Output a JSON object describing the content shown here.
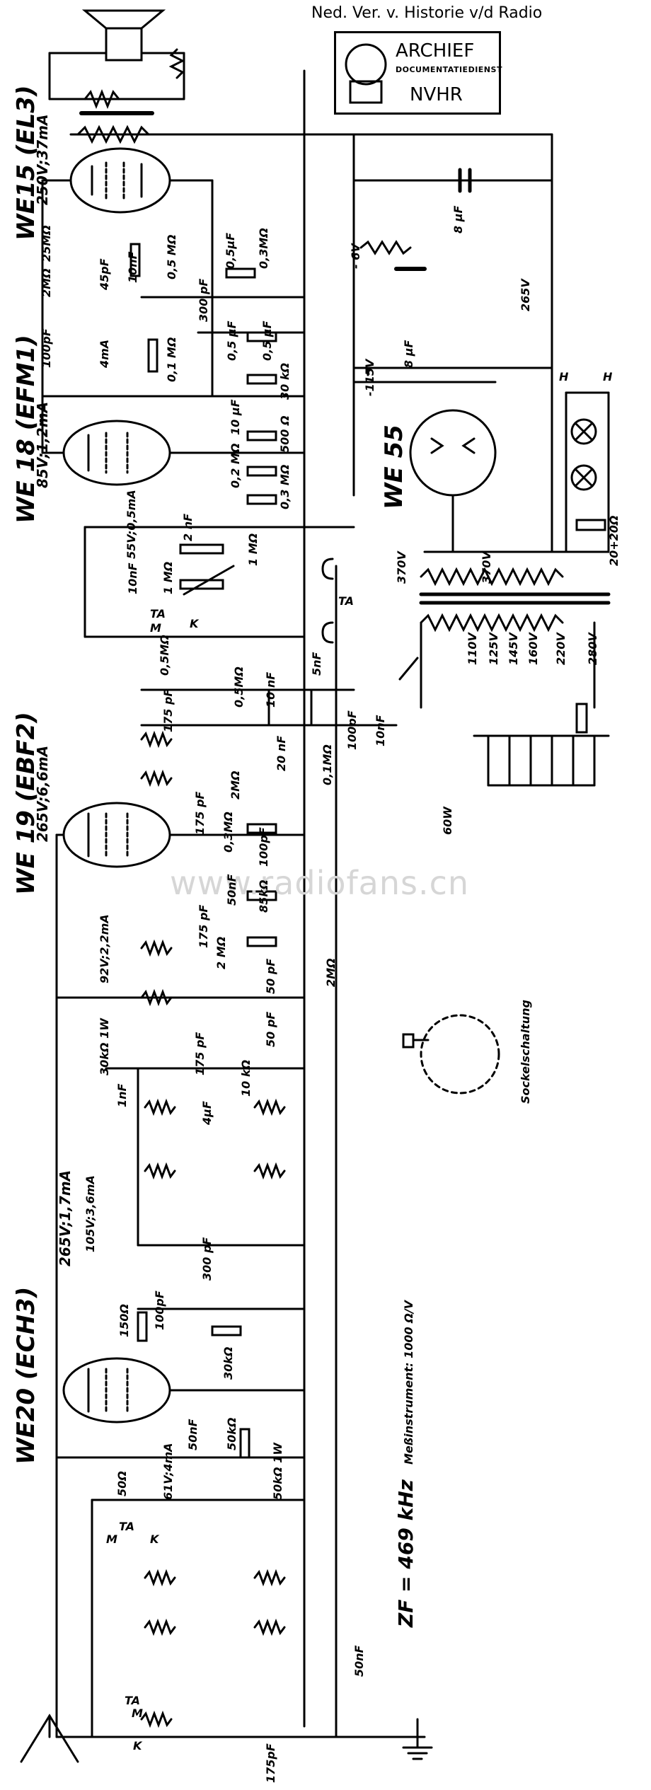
{
  "header": {
    "text": "Ned. Ver. v. Historie v/d Radio"
  },
  "stamp": {
    "line1": "ARCHIEF",
    "line2": "DOCUMENTATIEDIENST",
    "line3": "NVHR"
  },
  "watermark": "www.radiofans.cn",
  "tubes": [
    {
      "id": "we15",
      "name": "WE15 (EL3)",
      "spec": "250V;37mA"
    },
    {
      "id": "we18",
      "name": "WE 18 (EFM1)",
      "spec": "85V;1,2mA"
    },
    {
      "id": "we19",
      "name": "WE 19 (EBF2)",
      "spec": "265V;6,6mA"
    },
    {
      "id": "we20",
      "name": "WE20 (ECH3)",
      "spec": "265V;1,7mA"
    },
    {
      "id": "we55",
      "name": "WE 55",
      "spec": ""
    }
  ],
  "values": {
    "r_25M": "25MΩ",
    "c_45pF": "45pF",
    "r_2M_a": "2MΩ",
    "c_100pF_a": "100pF",
    "c_10nF_a": "10nF",
    "i_4mA": "4mA",
    "r_05M_a": "0,5 MΩ",
    "c_05uF_a": "0,5μF",
    "r_03M_a": "0,3MΩ",
    "c_300pF_a": "300 pF",
    "c_05uF_b": "0,5 μF",
    "c_05uF_c": "0,5 μF",
    "r_01M": "0,1 MΩ",
    "r_30k_a": "30 kΩ",
    "c_10uF": "10 μF",
    "r_500": "500 Ω",
    "r_02M": "0,2 MΩ",
    "r_03M_b": "0,3 MΩ",
    "v_55V": "55V;0,5mA",
    "c_2nF": "2 nF",
    "r_1M_a": "1 MΩ",
    "r_1M_b": "1 MΩ",
    "c_10nF_b": "10nF",
    "r_05M_b": "0,5MΩ",
    "r_05M_c": "0,5MΩ",
    "c_10nF_c": "10 nF",
    "c_5nF": "5nF",
    "c_20nF": "20 nF",
    "c_100pF_b": "100pF",
    "r_01M_b": "0,1MΩ",
    "c_175pF_a": "175 pF",
    "r_2M_b": "2MΩ",
    "r_03M_c": "0,3MΩ",
    "c_100pF_c": "100pF",
    "c_175pF_b": "175 pF",
    "c_50nF_a": "50nF",
    "r_85k": "85kΩ",
    "v_92V": "92V;2,2mA",
    "c_175pF_c": "175 pF",
    "r_2M_c": "2 MΩ",
    "c_50pF_a": "50 pF",
    "r_2M_d": "2MΩ",
    "c_50pF_b": "50 pF",
    "r_30k_b": "30kΩ 1W",
    "c_175pF_d": "175 pF",
    "r_10k": "10 kΩ",
    "c_1nF": "1nF",
    "c_4uF": "4μF",
    "v_105V": "105V;3,6mA",
    "c_300pF_b": "300 pF",
    "c_100pF_d": "100pF",
    "r_150": "150Ω",
    "r_30k_c": "30kΩ",
    "c_50nF_b": "50nF",
    "r_50k_a": "50kΩ",
    "r_50": "50Ω",
    "v_61V": "61V;4mA",
    "r_50k_b": "50kΩ 1W",
    "c_50nF_c": "50nF",
    "c_175pF_e": "175pF",
    "c_10nF_d": "10nF",
    "w_60W": "60W",
    "c_8uF_a": "8 μF",
    "c_8uF_b": "8 μF",
    "v_6V": "- 6V",
    "v_265V": "265V",
    "v_115V": "-115V",
    "v_370_a": "370V",
    "v_370_b": "370V",
    "r_20_20": "20+20Ω",
    "taps": [
      "110V",
      "125V",
      "145V",
      "160V",
      "220V",
      "280V"
    ],
    "switch_TA": "TA",
    "switch_M": "M",
    "switch_K": "K",
    "heater_H": "H",
    "pickup_TA": "TA"
  },
  "notes": {
    "if_freq": "ZF = 469 kHz",
    "meter": "Meßinstrument: 1000 Ω/V",
    "socket": "Sockelschaltung"
  }
}
